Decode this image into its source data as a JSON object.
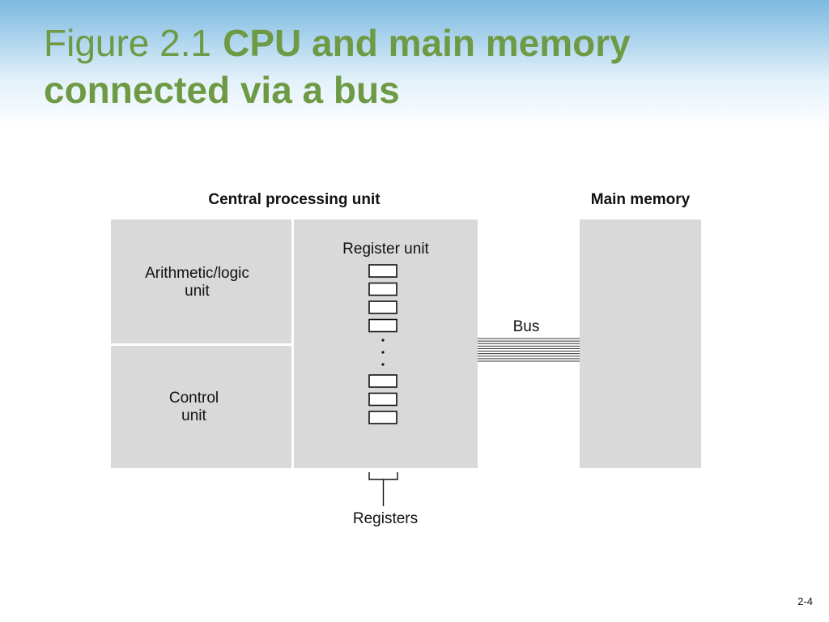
{
  "slide": {
    "figure_label": "Figure 2.1",
    "figure_caption": "CPU and main memory connected via a bus",
    "page_number": "2-4"
  },
  "diagram": {
    "cpu_heading": "Central processing unit",
    "memory_heading": "Main memory",
    "alu_label": "Arithmetic/logic\nunit",
    "control_label": "Control\nunit",
    "register_unit_label": "Register unit",
    "bus_label": "Bus",
    "registers_label": "Registers",
    "registers_top_count": 4,
    "registers_bottom_count": 3,
    "bus_line_count": 10
  },
  "colors": {
    "title_green": "#6f9a45",
    "header_blue": "#7db9df",
    "box_gray": "#d9d9d9",
    "text": "#111111"
  }
}
